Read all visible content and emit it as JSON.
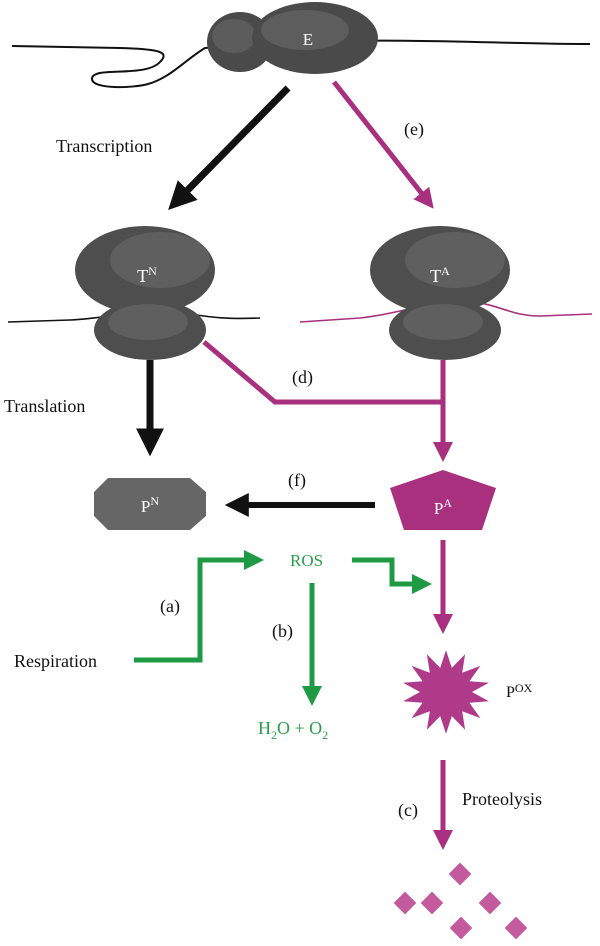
{
  "labels": {
    "E": "E",
    "TN_main": "T",
    "TN_sup": "N",
    "TA_main": "T",
    "TA_sup": "A",
    "PN_main": "P",
    "PN_sup": "N",
    "PA_main": "P",
    "PA_sup": "A",
    "POX_main": "P",
    "POX_sup": "OX",
    "transcription": "Transcription",
    "translation": "Translation",
    "respiration": "Respiration",
    "proteolysis": "Proteolysis",
    "ros": "ROS",
    "water_h": "H",
    "water_2": "2",
    "water_mid": "O + O",
    "water_o2": "2",
    "a": "(a)",
    "b": "(b)",
    "c": "(c)",
    "d": "(d)",
    "e": "(e)",
    "f": "(f)"
  },
  "colors": {
    "black": "#111111",
    "magenta": "#a8307f",
    "green": "#1e9a45",
    "green_text": "#2a9d4a",
    "ribosome": "#4e4e4e",
    "ribosome_light": "#6a6a6a",
    "pn_fill": "#666666",
    "pa_fill": "#a8307f",
    "pox_fill": "#b03a8a",
    "fragment": "#c35a9e"
  }
}
